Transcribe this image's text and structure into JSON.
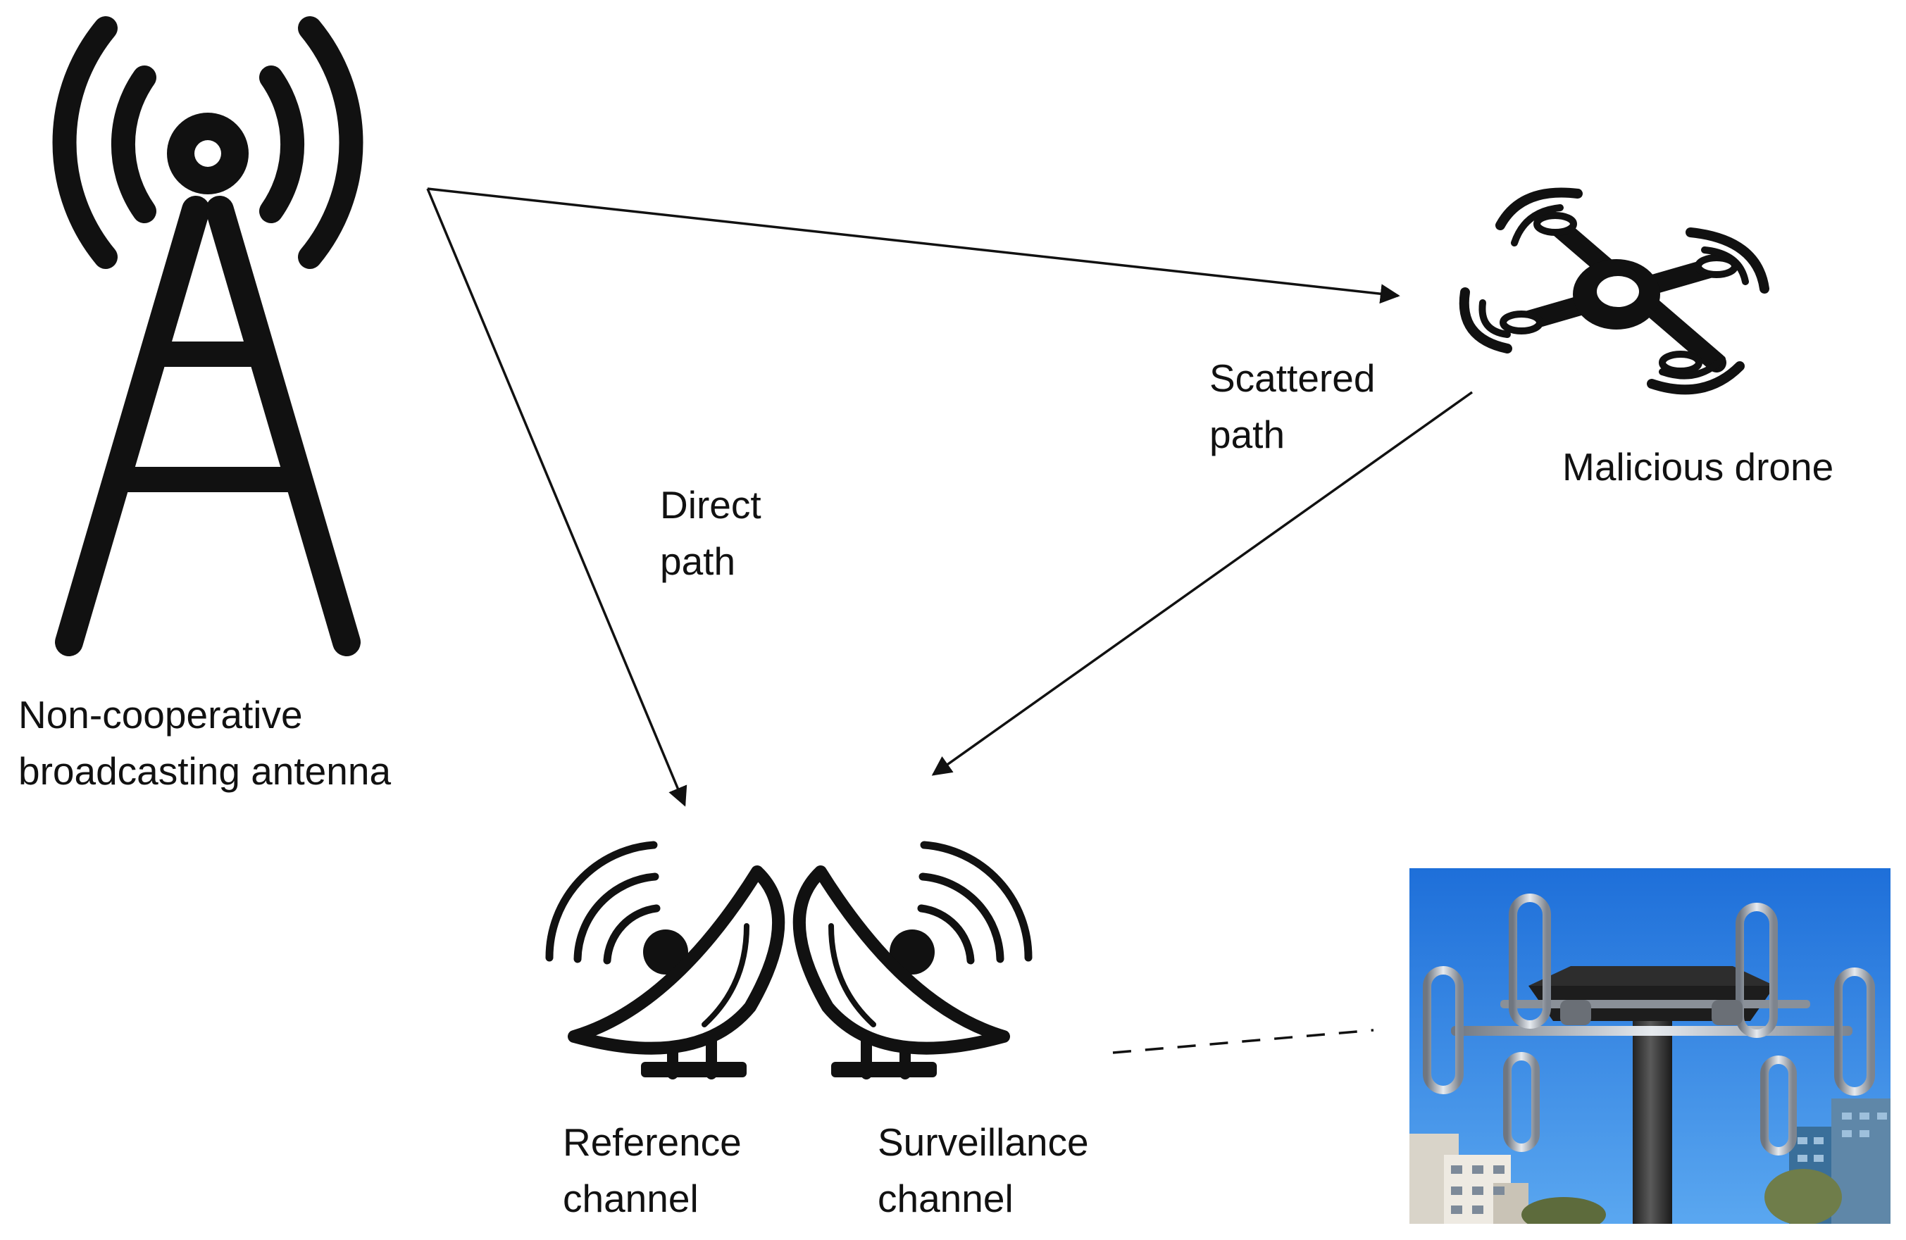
{
  "nodes": {
    "transmitter": {
      "label_lines": [
        "Non-cooperative",
        "broadcasting antenna"
      ],
      "icon": "broadcast-tower-icon"
    },
    "drone": {
      "label": "Malicious drone",
      "icon": "drone-icon"
    },
    "reference": {
      "label_lines": [
        "Reference",
        "channel"
      ],
      "icon": "satellite-dish-icon"
    },
    "surveillance": {
      "label_lines": [
        "Surveillance",
        "channel"
      ],
      "icon": "satellite-dish-icon"
    },
    "photo": {
      "icon": "antenna-array-photo"
    }
  },
  "edges": {
    "direct": {
      "label_lines": [
        "Direct",
        "path"
      ],
      "from": "transmitter",
      "to": "reference"
    },
    "tx_to_drone": {
      "from": "transmitter",
      "to": "drone"
    },
    "scattered": {
      "label_lines": [
        "Scattered",
        "path"
      ],
      "from": "drone",
      "to": "surveillance"
    },
    "photo_link": {
      "from": "surveillance",
      "to": "photo",
      "style": "dashed"
    }
  },
  "colors": {
    "ink": "#111111",
    "sky_top": "#1e6fd9",
    "sky_bottom": "#5aa7f0"
  }
}
